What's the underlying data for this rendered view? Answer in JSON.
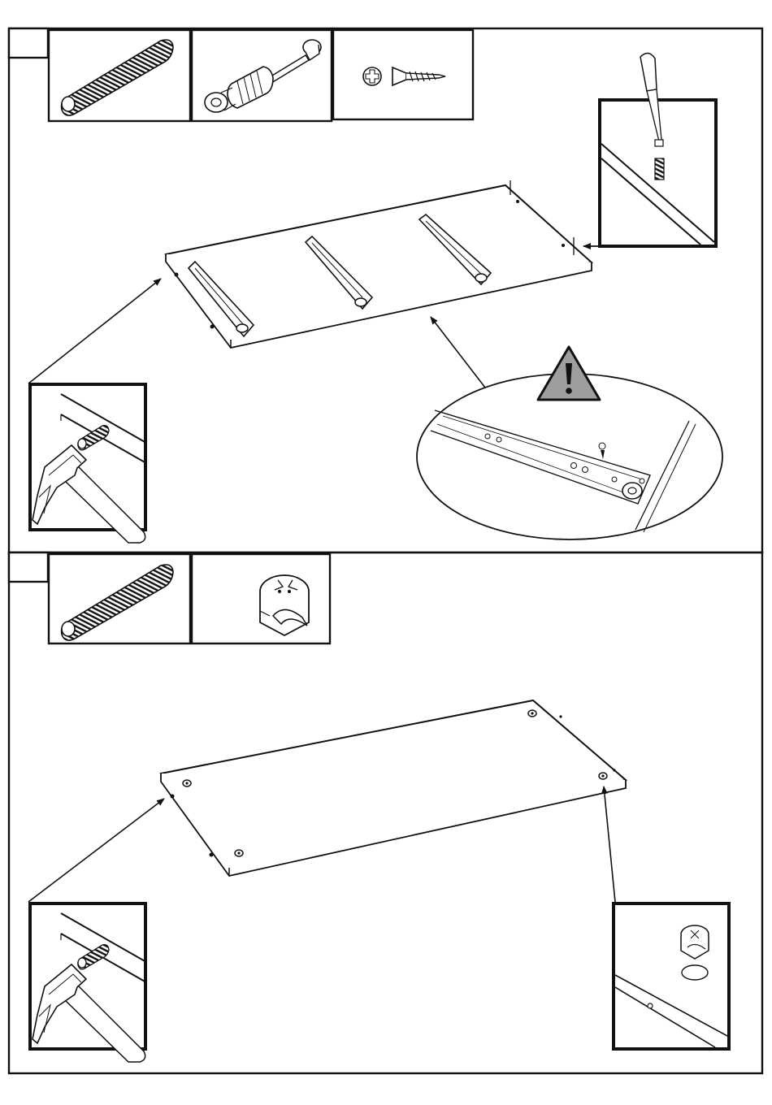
{
  "colors": {
    "line": "#111111",
    "paper": "#ffffff",
    "warning_fill": "#9e9e9e",
    "board_edge": "#f2f2f2"
  },
  "steps": [
    {
      "parts": [
        "wooden-dowel",
        "cam-lock-bolt",
        "countersunk-screw"
      ],
      "details": [
        "hammer-dowel-insert",
        "screwdriver-cam-bolt",
        "drawer-runner-warning"
      ]
    },
    {
      "parts": [
        "wooden-dowel",
        "cam-lock-nut"
      ],
      "details": [
        "hammer-dowel-insert",
        "cam-nut-insert"
      ]
    }
  ]
}
